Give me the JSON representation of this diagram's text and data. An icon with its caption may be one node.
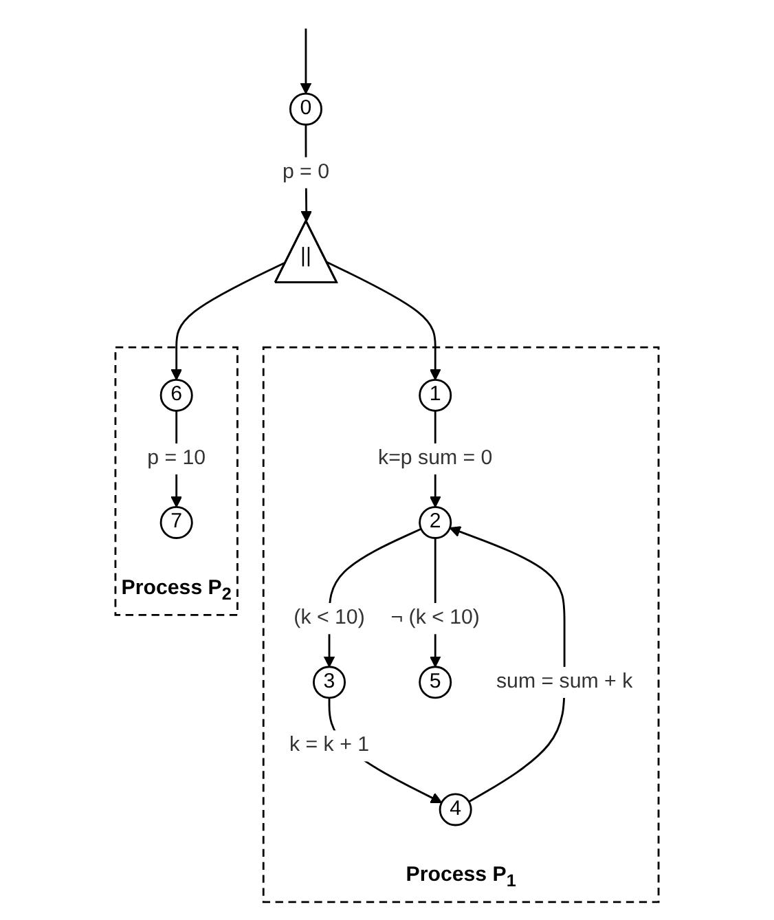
{
  "diagram": {
    "nodes": [
      {
        "text": [
          "0"
        ]
      },
      {
        "text": [
          "||"
        ]
      },
      {
        "text": [
          "Process P$_{1}$"
        ]
      },
      {
        "text": [
          "1"
        ],
        "in": 2
      },
      {
        "text": [
          "2"
        ],
        "in": 2
      },
      {
        "text": [
          "3"
        ],
        "in": 2
      },
      {
        "text": [
          "5"
        ],
        "in": 2
      },
      {
        "text": [
          "4"
        ],
        "in": 2
      },
      {
        "text": [
          "Process P$_{2}$"
        ]
      },
      {
        "text": [
          "6"
        ],
        "in": 8
      },
      {
        "text": [
          "7"
        ],
        "in": 8
      }
    ],
    "edges": [
      {
        "from": null,
        "to": 0,
        "arrow": "to"
      },
      {
        "from": 0,
        "to": 1,
        "label": "p = 0",
        "arrow": "to"
      },
      {
        "from": 1,
        "to": 3,
        "arrow": "to"
      },
      {
        "from": 1,
        "to": 9,
        "arrow": "to"
      },
      {
        "from": 3,
        "to": 4,
        "label": "k=p sum = 0",
        "arrow": "to"
      },
      {
        "from": 4,
        "to": 5,
        "label": "(k < 10)",
        "arrow": "to"
      },
      {
        "from": 4,
        "to": 6,
        "label": "¬ (k < 10)",
        "arrow": "to"
      },
      {
        "from": 5,
        "to": 7,
        "label": "k = k + 1",
        "arrow": "to"
      },
      {
        "from": 7,
        "to": 4,
        "label": "sum = sum + k",
        "arrow": "to"
      },
      {
        "from": 9,
        "to": 10,
        "label": "p = 10",
        "arrow": "to"
      }
    ]
  }
}
